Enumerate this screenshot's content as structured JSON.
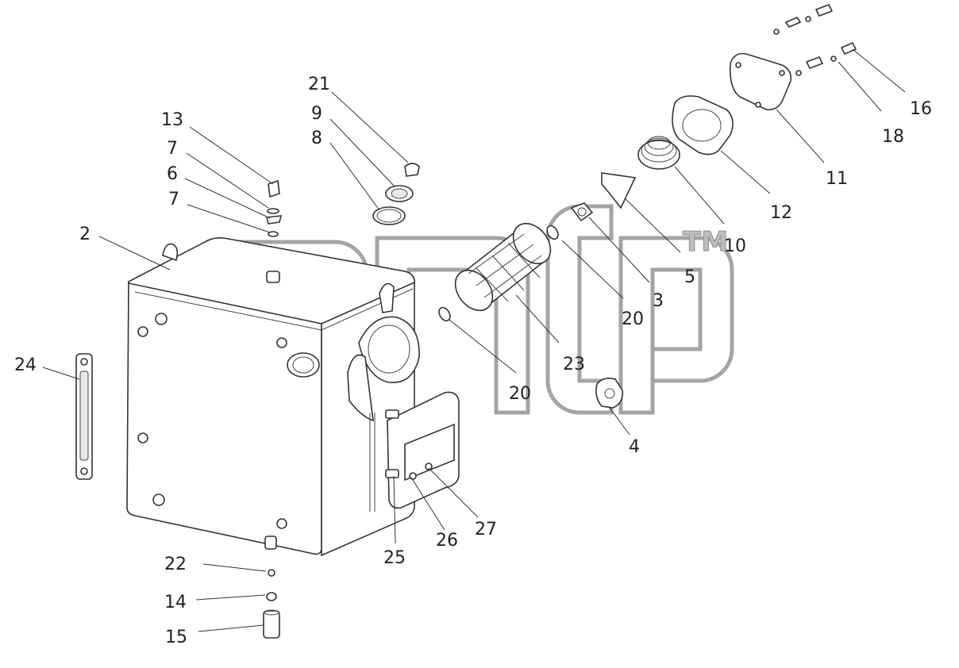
{
  "diagram": {
    "watermark_tm": "TM",
    "labels": {
      "p2": "2",
      "p3": "3",
      "p4": "4",
      "p5": "5",
      "p6": "6",
      "p7a": "7",
      "p7b": "7",
      "p8": "8",
      "p9": "9",
      "p10": "10",
      "p11": "11",
      "p12": "12",
      "p13": "13",
      "p14": "14",
      "p15": "15",
      "p16": "16",
      "p18": "18",
      "p20a": "20",
      "p20b": "20",
      "p21": "21",
      "p22": "22",
      "p23": "23",
      "p24": "24",
      "p25": "25",
      "p26": "26",
      "p27": "27"
    }
  }
}
